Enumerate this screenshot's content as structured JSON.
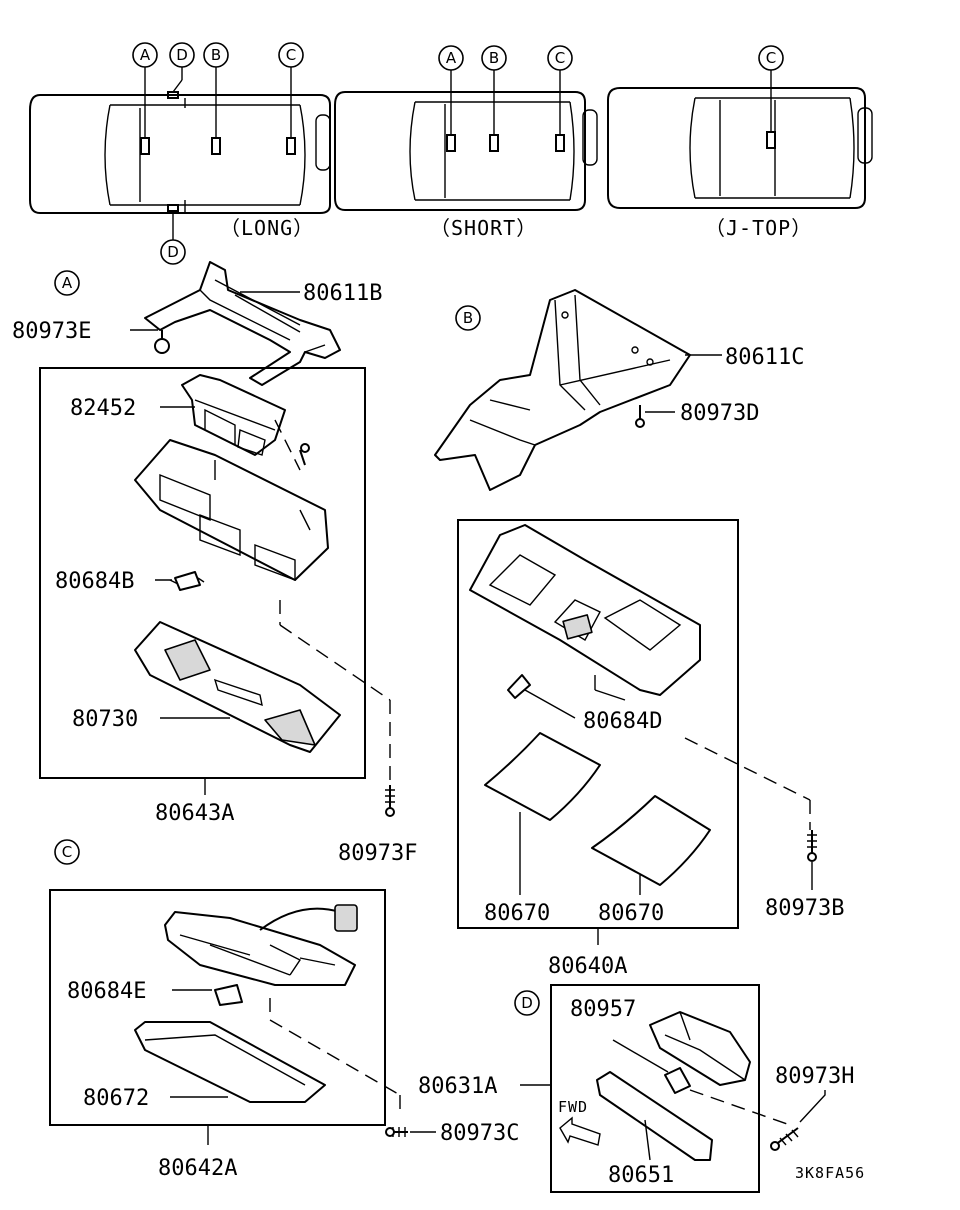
{
  "views": {
    "long": "（LONG）",
    "short": "（SHORT）",
    "jtop": "（J-TOP）"
  },
  "markers": {
    "a": "A",
    "b": "B",
    "c": "C",
    "d": "D"
  },
  "parts": {
    "p80611B": "80611B",
    "p80973E": "80973E",
    "p82452": "82452",
    "p80684B": "80684B",
    "p80730": "80730",
    "p80643A": "80643A",
    "p80973F": "80973F",
    "p80611C": "80611C",
    "p80973D": "80973D",
    "p80684D": "80684D",
    "p80670a": "80670",
    "p80670b": "80670",
    "p80973B": "80973B",
    "p80640A": "80640A",
    "p80684E": "80684E",
    "p80672": "80672",
    "p80642A": "80642A",
    "p80631A": "80631A",
    "p80973C": "80973C",
    "p80957": "80957",
    "p80973H": "80973H",
    "p80651": "80651"
  },
  "fwd": "FWD",
  "diagram_code": "3K8FA56"
}
